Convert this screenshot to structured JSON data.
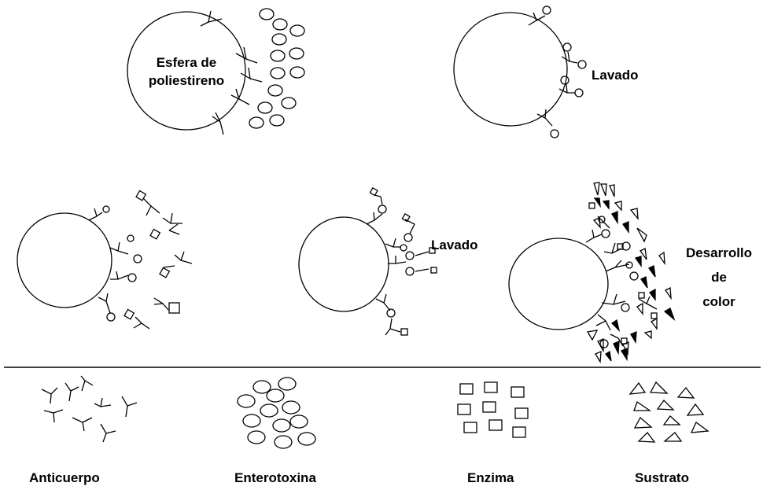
{
  "labels": {
    "sphere": [
      "Esfera de",
      "poliestireno"
    ],
    "wash": "Lavado",
    "color": [
      "Desarrollo",
      "de",
      "color"
    ]
  },
  "legend": {
    "antibody": "Anticuerpo",
    "enterotoxin": "Enterotoxina",
    "enzyme": "Enzima",
    "substrate": "Sustrato"
  },
  "colors": {
    "ink": "#000000",
    "paper": "#ffffff"
  }
}
